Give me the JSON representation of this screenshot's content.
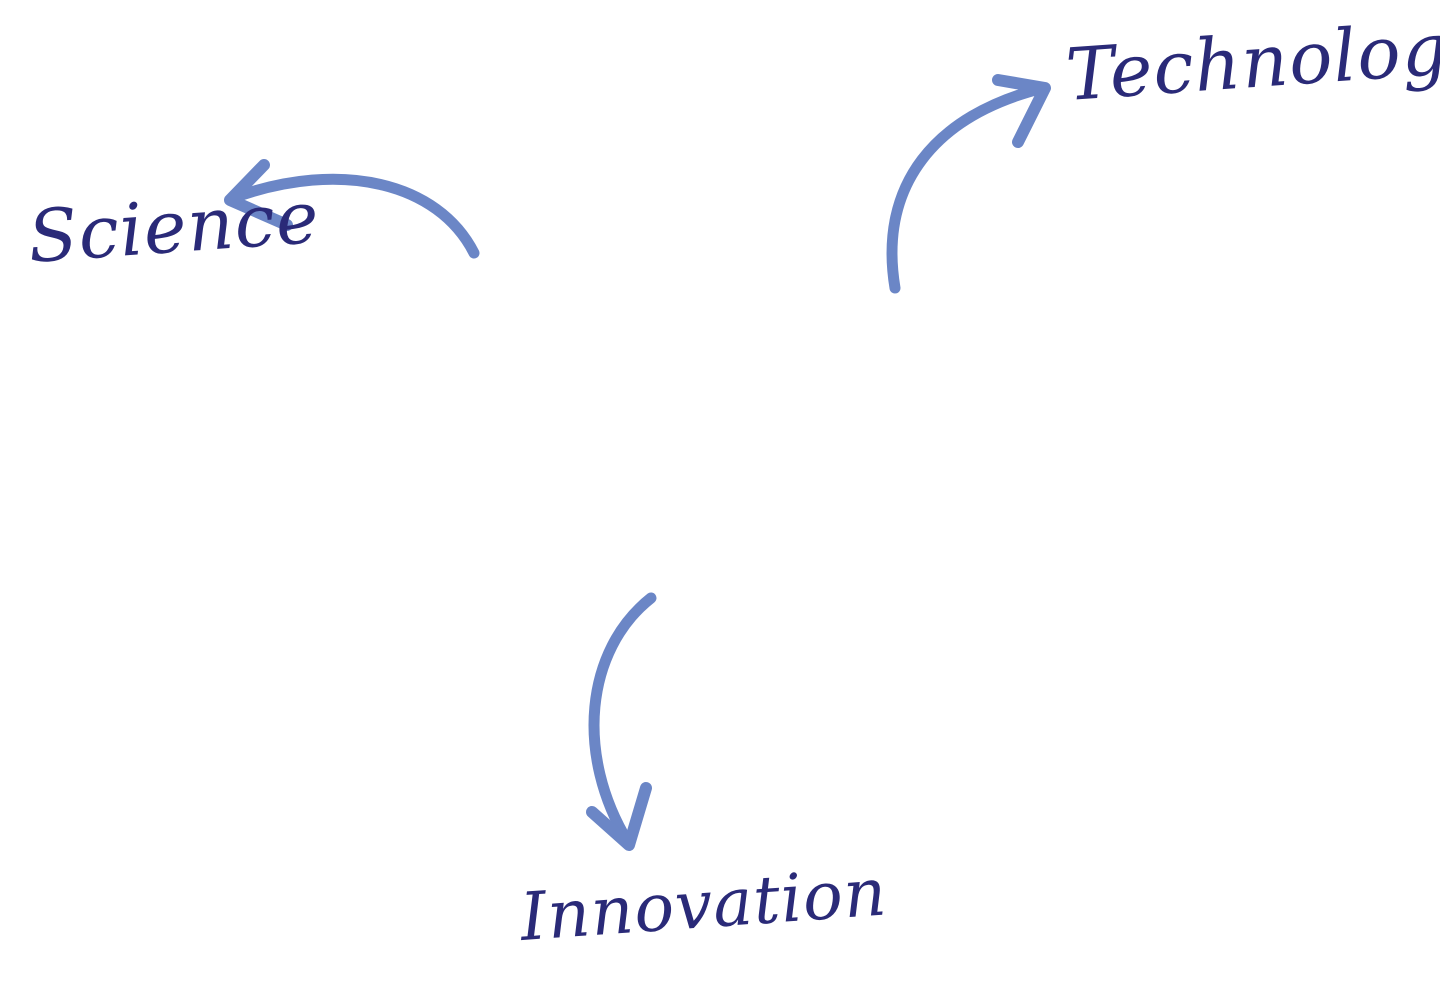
{
  "colors": {
    "background": "#ffffff",
    "arrow": "#6b86c6",
    "label": "#2a2a78"
  },
  "labels": {
    "science": "Science",
    "technology": "Technology",
    "innovation": "Innovation"
  },
  "icons": {
    "arrow_to_science": "curved-arrow-left-icon",
    "arrow_to_technology": "curved-arrow-up-right-icon",
    "arrow_to_innovation": "curved-arrow-down-icon"
  }
}
